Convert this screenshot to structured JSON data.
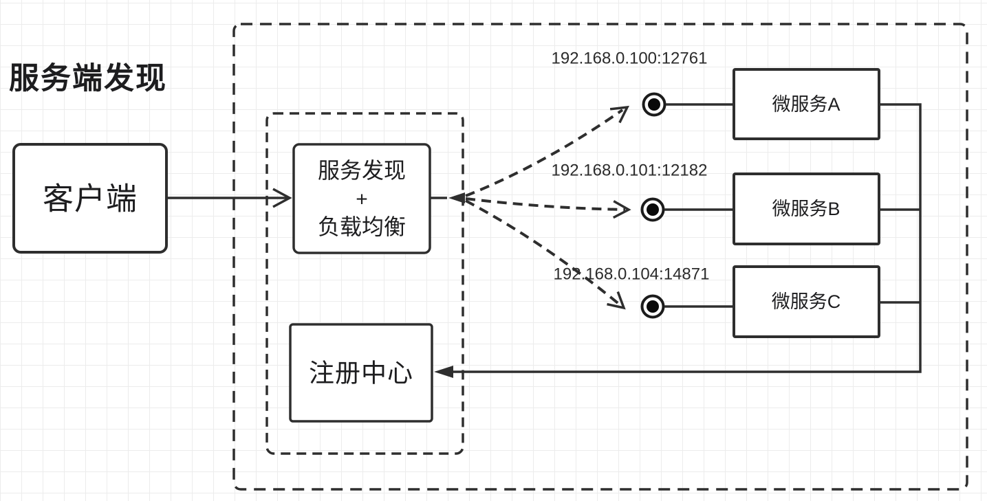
{
  "diagram": {
    "title": "服务端发现",
    "client": {
      "label": "客户端"
    },
    "load_balancer": {
      "line1": "服务发现",
      "line2": "+",
      "line3": "负载均衡"
    },
    "registry": {
      "label": "注册中心"
    },
    "services": [
      {
        "label": "微服务A",
        "endpoint": "192.168.0.100:12761"
      },
      {
        "label": "微服务B",
        "endpoint": "192.168.0.101:12182"
      },
      {
        "label": "微服务C",
        "endpoint": "192.168.0.104:14871"
      }
    ],
    "colors": {
      "stroke": "#2e2e2e",
      "text": "#1d1d1f",
      "grid": "#ececec",
      "canvas": "#ffffff",
      "endpoint_dot": "#0a0a0a"
    }
  }
}
